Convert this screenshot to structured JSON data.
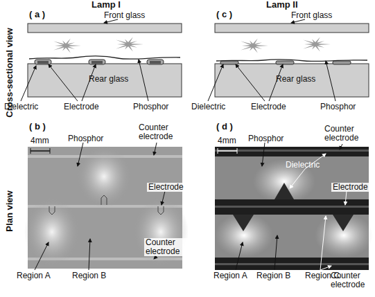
{
  "diagram": {
    "labels": [
      "Lamp I",
      "Lamp II",
      "Cross-sectional view",
      "Plan view",
      "( a )",
      "Front glass",
      "Rear glass",
      "Dielectric",
      "Electrode",
      "Phosphor",
      "( c )",
      "Front glass",
      "Rear glass",
      "Dielectric",
      "Electrode",
      "Phosphor",
      "( b )",
      "4mm",
      "Phosphor",
      "Counter electrode",
      "Electrode",
      "Region A",
      "Region B",
      "Counter electrode",
      "( d )",
      "4mm",
      "Phosphor",
      "Counter electrode",
      "Dielectric",
      "Electrode",
      "Region A",
      "Region B",
      "Region C",
      "Counter electrode"
    ]
  }
}
